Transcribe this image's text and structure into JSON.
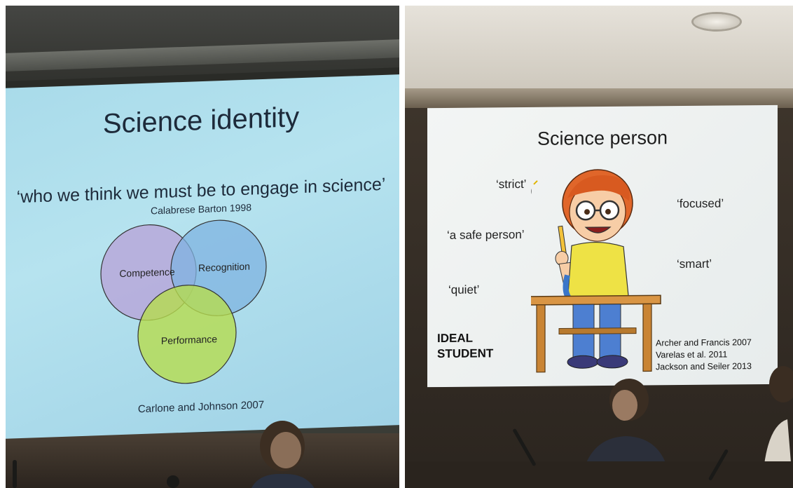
{
  "left_photo": {
    "slide_title": "Science identity",
    "quote": "‘who we think we must be to engage in science’",
    "quote_citation": "Calabrese Barton 1998",
    "venn": {
      "circles": [
        {
          "label": "Competence",
          "color": "#b7a8d9"
        },
        {
          "label": "Recognition",
          "color": "#7fb3e0"
        },
        {
          "label": "Performance",
          "color": "#b6dc4e"
        }
      ]
    },
    "citation": "Carlone and Johnson 2007"
  },
  "right_photo": {
    "slide_title": "Science person",
    "words": [
      "‘strict’",
      "‘focused’",
      "‘a safe person’",
      "‘smart’",
      "‘quiet’"
    ],
    "label_line1": "IDEAL",
    "label_line2": "STUDENT",
    "references": [
      "Archer and Francis 2007",
      "Varelas et al. 2011",
      "Jackson and Seiler 2013"
    ]
  }
}
